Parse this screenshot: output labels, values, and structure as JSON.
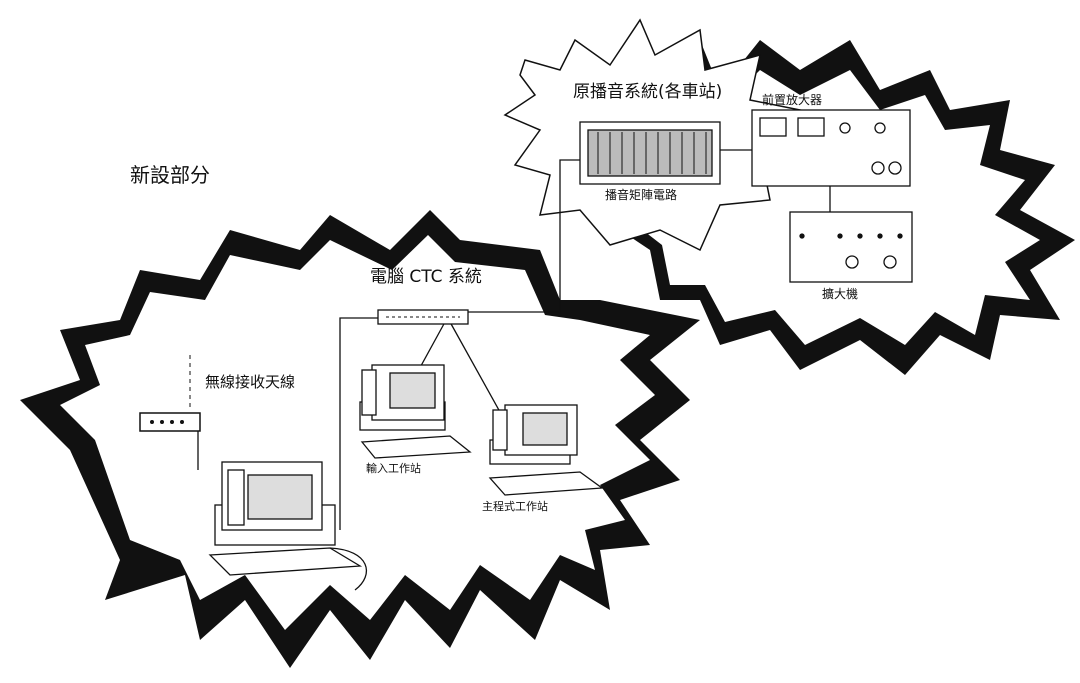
{
  "labels": {
    "new_section": "新設部分",
    "ctc_system": "電腦 CTC 系統",
    "wireless_antenna": "無線接收天線",
    "input_workstation": "輸入工作站",
    "program_workstation": "主程式工作站",
    "broadcast_system": "原播音系統(各車站)",
    "broadcast_matrix": "播音矩陣電路",
    "preamplifier": "前置放大器",
    "amplifier": "擴大機"
  },
  "colors": {
    "ink": "#111111",
    "paper": "#ffffff"
  }
}
